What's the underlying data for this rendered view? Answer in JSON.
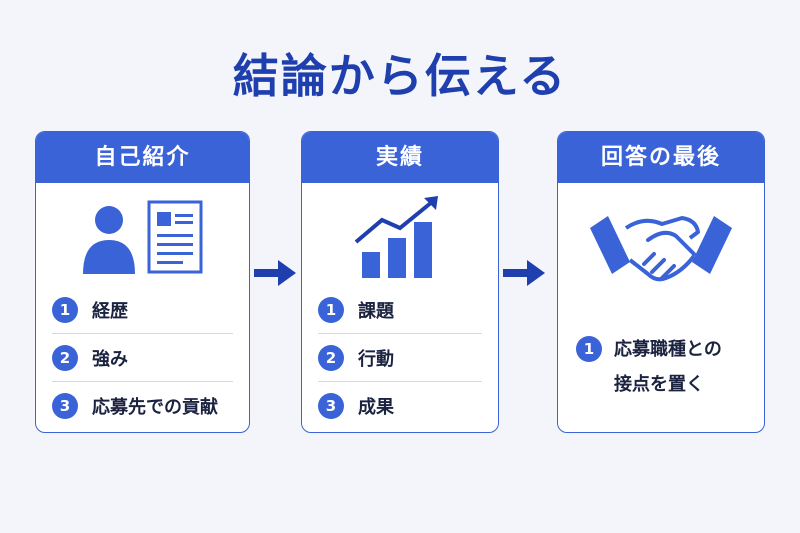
{
  "title": "結論から伝える",
  "colors": {
    "primary": "#3a63d8",
    "title": "#1f3fae",
    "text": "#1b2340",
    "background": "#f3f5fa"
  },
  "cards": [
    {
      "header": "自己紹介",
      "icon": "person-profile-icon",
      "items": [
        {
          "num": "1",
          "label": "経歴"
        },
        {
          "num": "2",
          "label": "強み"
        },
        {
          "num": "3",
          "label": "応募先での貢献"
        }
      ]
    },
    {
      "header": "実績",
      "icon": "growth-chart-icon",
      "items": [
        {
          "num": "1",
          "label": "課題"
        },
        {
          "num": "2",
          "label": "行動"
        },
        {
          "num": "3",
          "label": "成果"
        }
      ]
    },
    {
      "header": "回答の最後",
      "icon": "handshake-icon",
      "note": {
        "num": "1",
        "line1": "応募職種との",
        "line2": "接点を置く"
      }
    }
  ],
  "arrows": [
    "right-arrow-icon",
    "right-arrow-icon"
  ]
}
